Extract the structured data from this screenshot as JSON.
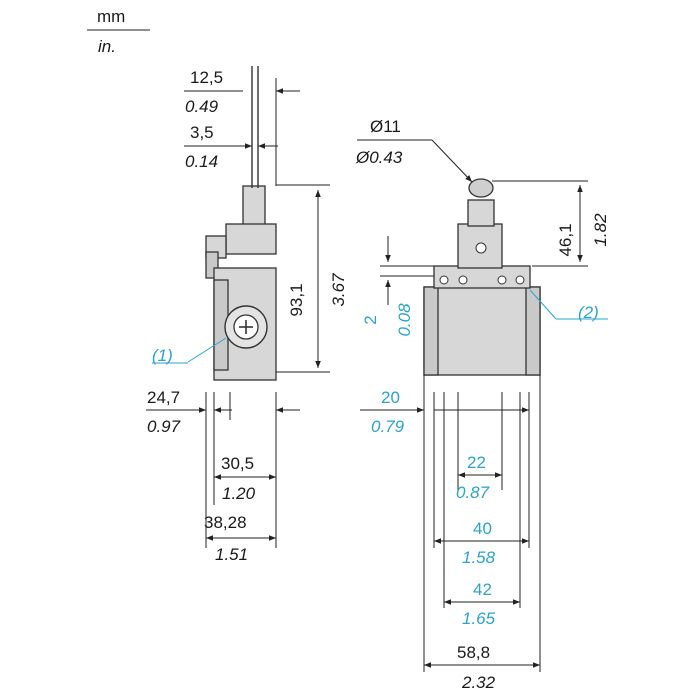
{
  "units": {
    "metric": "mm",
    "imperial": "in."
  },
  "side_view": {
    "top_width": {
      "mm": "12,5",
      "in": "0.49"
    },
    "rod_width": {
      "mm": "3,5",
      "in": "0.14"
    },
    "height": {
      "mm": "93,1",
      "in": "3.67"
    },
    "left_offset": {
      "mm": "24,7",
      "in": "0.97"
    },
    "body_width": {
      "mm": "30,5",
      "in": "1.20"
    },
    "total_width": {
      "mm": "38,28",
      "in": "1.51"
    },
    "callout": "(1)"
  },
  "front_view": {
    "roller_diameter": {
      "mm": "Ø11",
      "in": "Ø0.43"
    },
    "roller_height": {
      "mm": "46,1",
      "in": "1.82"
    },
    "travel": {
      "mm": "2",
      "in": "0.08"
    },
    "dim_20": {
      "mm": "20",
      "in": "0.79"
    },
    "dim_22": {
      "mm": "22",
      "in": "0.87"
    },
    "dim_40": {
      "mm": "40",
      "in": "1.58"
    },
    "dim_42": {
      "mm": "42",
      "in": "1.65"
    },
    "total_width": {
      "mm": "58,8",
      "in": "2.32"
    },
    "callout": "(2)"
  },
  "colors": {
    "dimension_black": "#1a1a1a",
    "dimension_blue": "#2aa3cf",
    "body_gray": "#d7d7d7"
  }
}
